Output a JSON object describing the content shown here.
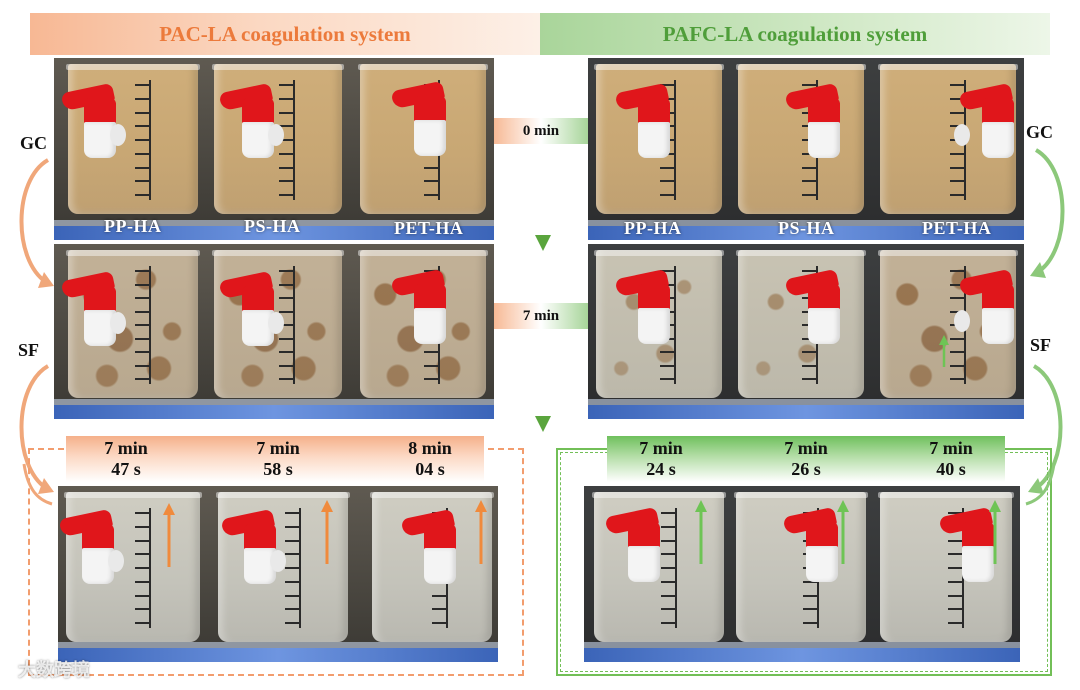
{
  "header": {
    "left_title": "PAC-LA coagulation system",
    "right_title": "PAFC-LA coagulation system"
  },
  "colors": {
    "pac_accent": "#ec7a3b",
    "pafc_accent": "#4f9e3a",
    "tap_red": "#e0161b"
  },
  "stage_tags": {
    "start": "0 min",
    "middle": "7 min"
  },
  "side_labels": {
    "gc_left": "GC",
    "gc_right": "GC",
    "sf_left": "SF",
    "sf_right": "SF"
  },
  "beaker_labels": {
    "pac": [
      "PP-HA",
      "PS-HA",
      "PET-HA"
    ],
    "pafc": [
      "PP-HA",
      "PS-HA",
      "PET-HA"
    ]
  },
  "settling_times": {
    "pac": [
      {
        "min": "7 min",
        "sec": "47 s"
      },
      {
        "min": "7 min",
        "sec": "58 s"
      },
      {
        "min": "8 min",
        "sec": "04 s"
      }
    ],
    "pafc": [
      {
        "min": "7 min",
        "sec": "24 s"
      },
      {
        "min": "7 min",
        "sec": "26 s"
      },
      {
        "min": "7 min",
        "sec": "40 s"
      }
    ]
  },
  "watermark": "大数跨境"
}
